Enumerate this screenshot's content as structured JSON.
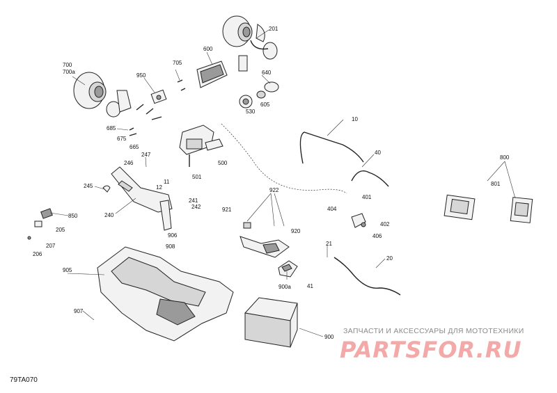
{
  "diagram": {
    "reference_code": "79TA070",
    "watermark": {
      "tagline": "ЗАПЧАСТИ И АКСЕССУАРЫ ДЛЯ МОТОТЕХНИКИ",
      "logo_text": "PARTSFOR.RU",
      "logo_color": "#f4a9a9"
    },
    "callouts": {
      "p201": "201",
      "p600": "600",
      "p640": "640",
      "p605": "605",
      "p530": "530",
      "p700": "700",
      "p700a": "700a",
      "p950": "950",
      "p705": "705",
      "p685": "685",
      "p675": "675",
      "p665": "665",
      "p247": "247",
      "p246": "246",
      "p245": "245",
      "p11": "11",
      "p12": "12",
      "p241": "241",
      "p242": "242",
      "p240": "240",
      "p500": "500",
      "p501": "501",
      "p10": "10",
      "p40": "40",
      "p800": "800",
      "p801": "801",
      "p922": "922",
      "p921": "921",
      "p920": "920",
      "p401": "401",
      "p404": "404",
      "p402": "402",
      "p406": "406",
      "p850": "850",
      "p205": "205",
      "p207": "207",
      "p206": "206",
      "p906": "906",
      "p908": "908",
      "p905": "905",
      "p907": "907",
      "p21": "21",
      "p20": "20",
      "p41": "41",
      "p900a": "900a",
      "p900": "900"
    }
  }
}
